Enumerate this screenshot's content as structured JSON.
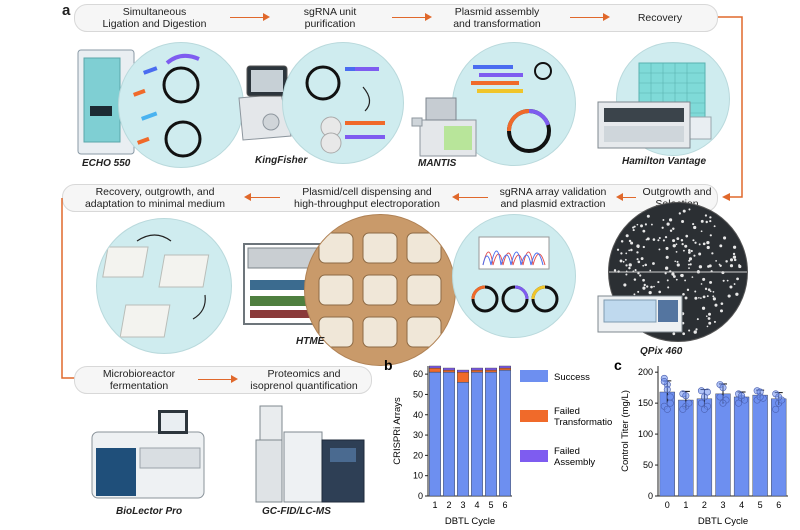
{
  "panel_a": {
    "letter": "a",
    "row1_steps": [
      {
        "line1": "Simultaneous",
        "line2": "Ligation and Digestion"
      },
      {
        "line1": "sgRNA unit",
        "line2": "purification"
      },
      {
        "line1": "Plasmid assembly",
        "line2": "and transformation"
      },
      {
        "line1": "Recovery",
        "line2": ""
      }
    ],
    "row2_steps": [
      {
        "line1": "Recovery, outgrowth, and",
        "line2": "adaptation to minimal medium"
      },
      {
        "line1": "Plasmid/cell dispensing and",
        "line2": "high-throughput electroporation"
      },
      {
        "line1": "sgRNA array validation",
        "line2": "and plasmid extraction"
      },
      {
        "line1": "Outgrowth and",
        "line2": "Selection"
      }
    ],
    "row3_steps": [
      {
        "line1": "Microbioreactor",
        "line2": "fermentation"
      },
      {
        "line1": "Proteomics and",
        "line2": "isoprenol quantification"
      }
    ],
    "instruments": {
      "echo": "ECHO 550",
      "kingfisher": "KingFisher",
      "mantis": "MANTIS",
      "hamilton": "Hamilton Vantage",
      "htme": "HTME",
      "qpix": "QPix 460",
      "biolector": "BioLector Pro",
      "gc": "GC-FID/LC-MS"
    }
  },
  "colors": {
    "arrow": "#e0682b",
    "circle_fill": "#cfecef",
    "success": "#6d8ff0",
    "failed_transformation": "#f06a2a",
    "failed_assembly": "#7e5cf0",
    "bar_c": "#6d8ff0"
  },
  "chart_data": [
    {
      "panel": "b",
      "type": "bar",
      "stacked": true,
      "categories": [
        "1",
        "2",
        "3",
        "4",
        "5",
        "6"
      ],
      "series": [
        {
          "name": "Success",
          "values": [
            61,
            61,
            56,
            61,
            61,
            62
          ]
        },
        {
          "name": "Failed Transformation",
          "values": [
            2,
            1,
            5,
            1,
            1,
            1
          ]
        },
        {
          "name": "Failed Assembly",
          "values": [
            1,
            1,
            1,
            1,
            1,
            1
          ]
        }
      ],
      "xlabel": "DBTL Cycle",
      "ylabel": "CRISPRi Arrays",
      "ylim": [
        0,
        64
      ],
      "yticks": [
        0,
        10,
        20,
        30,
        40,
        50,
        60
      ],
      "legend": "right"
    },
    {
      "panel": "c",
      "type": "bar",
      "categories": [
        "0",
        "1",
        "2",
        "3",
        "4",
        "5",
        "6"
      ],
      "values": [
        168,
        155,
        157,
        165,
        160,
        163,
        157
      ],
      "errors": [
        18,
        14,
        15,
        16,
        8,
        8,
        10
      ],
      "points": [
        [
          190,
          180,
          150,
          145,
          172,
          160,
          185,
          140
        ],
        [
          165,
          145,
          150,
          140,
          162
        ],
        [
          170,
          160,
          145,
          150,
          140,
          168
        ],
        [
          180,
          175,
          155,
          160,
          150
        ],
        [
          165,
          158,
          155,
          150,
          162
        ],
        [
          170,
          168,
          158,
          155,
          160
        ],
        [
          165,
          150,
          155,
          140,
          160
        ]
      ],
      "xlabel": "DBTL Cycle",
      "ylabel": "Control Titer (mg/L)",
      "ylim": [
        0,
        210
      ],
      "yticks": [
        0,
        50,
        100,
        150,
        200
      ]
    }
  ]
}
